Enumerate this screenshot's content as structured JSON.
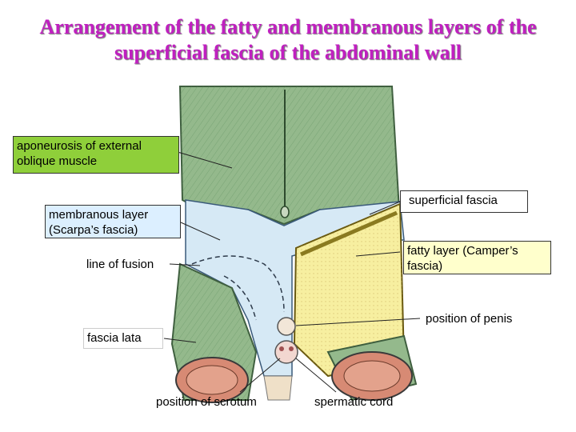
{
  "title": {
    "line1": "Arrangement of the fatty and membranous layers of the",
    "line2": "superficial fascia of the abdominal wall"
  },
  "labels": {
    "aponeurosis": "aponeurosis of external oblique muscle",
    "superficial_fascia": "superficial fascia",
    "membranous_layer": "membranous layer (Scarpa’s fascia)",
    "fatty_layer": "fatty layer (Camper’s fascia)",
    "line_of_fusion": "line of fusion",
    "position_penis": "position of penis",
    "fascia_lata": "fascia lata",
    "position_scrotum": "position of scrotum",
    "spermatic_cord": "spermatic cord"
  }
}
